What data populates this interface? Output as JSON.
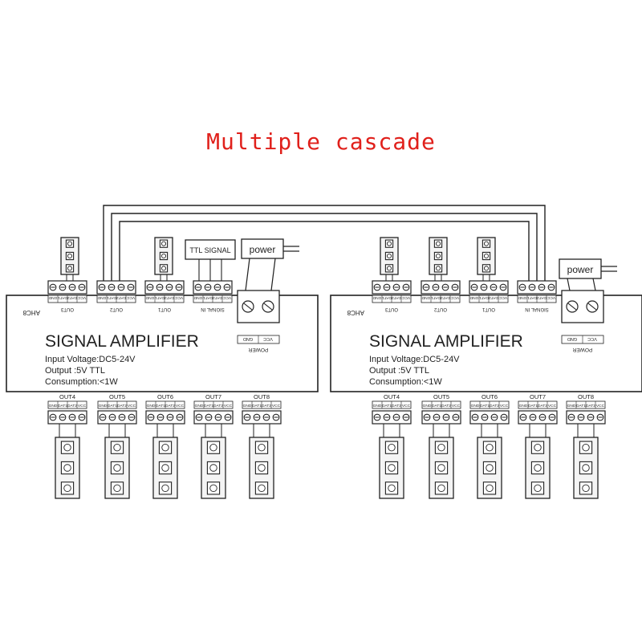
{
  "title": "Multiple cascade",
  "colors": {
    "title": "#e0201b",
    "line": "#222222",
    "fill": "#ffffff",
    "led": "#f4f4f4"
  },
  "units": [
    {
      "side": "left",
      "model": "AHC8",
      "name": "SIGNAL AMPLIFIER",
      "specs": [
        "Input Voltage:DC5-24V",
        "Output :5V  TTL",
        "Consumption:<1W"
      ],
      "top_ports": [
        "OUT3",
        "OUT2",
        "OUT1",
        "SIGNAL IN"
      ],
      "pin_labels": [
        "GND",
        "DAT1",
        "DAT2",
        "VCC"
      ],
      "power_label": "POWER",
      "power_pins": [
        "GND",
        "VCC"
      ],
      "power_box": "power",
      "ttl_box": "TTL SIGNAL",
      "bottom_ports": [
        "OUT4",
        "OUT5",
        "OUT6",
        "OUT7",
        "OUT8"
      ]
    },
    {
      "side": "right",
      "model": "AHC8",
      "name": "SIGNAL AMPLIFIER",
      "specs": [
        "Input Voltage:DC5-24V",
        "Output :5V  TTL",
        "Consumption:<1W"
      ],
      "top_ports": [
        "OUT3",
        "OUT2",
        "OUT1",
        "SIGNAL IN"
      ],
      "pin_labels": [
        "GND",
        "DAT1",
        "DAT2",
        "VCC"
      ],
      "power_label": "POWER",
      "power_pins": [
        "GND",
        "VCC"
      ],
      "power_box": "power",
      "bottom_ports": [
        "OUT4",
        "OUT5",
        "OUT6",
        "OUT7",
        "OUT8"
      ]
    }
  ]
}
